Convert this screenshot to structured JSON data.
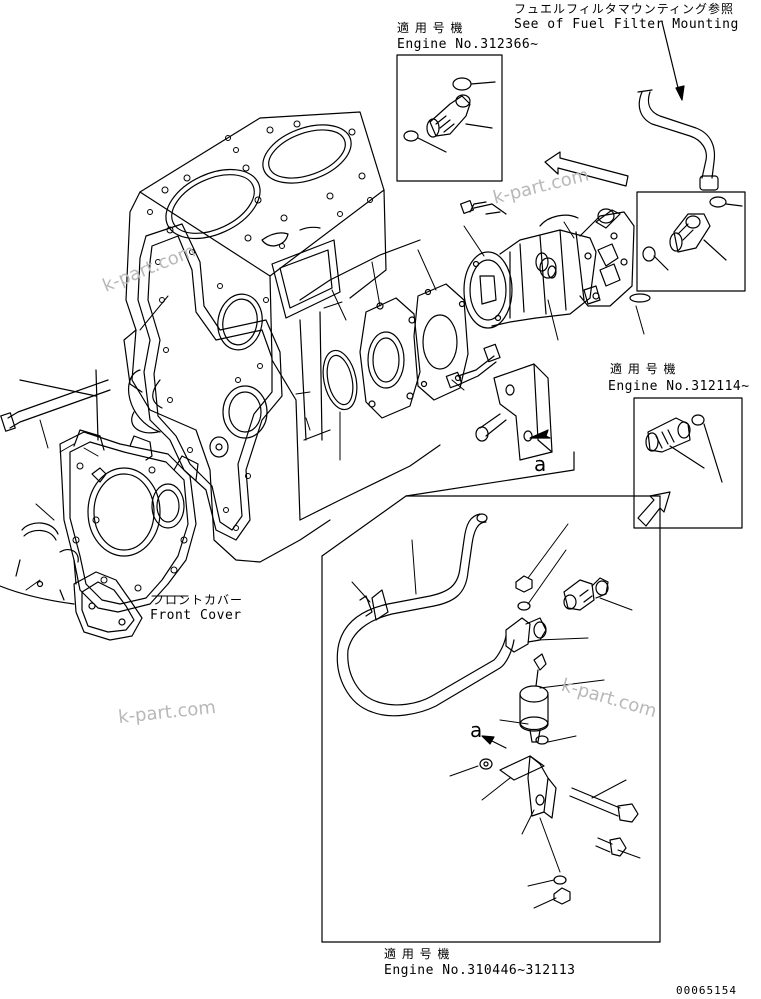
{
  "labels": {
    "fuel_filter_jp": "フュエルフィルタマウンティング参照",
    "fuel_filter_en": "See of Fuel Filter Mounting",
    "inset_top_jp": "適 用 号 機",
    "inset_top_en": "Engine No.312366~",
    "inset_right_jp": "適 用 号 機",
    "inset_right_en": "Engine No.312114~",
    "front_cover_jp": "フロントカバー",
    "front_cover_en": "Front Cover",
    "inset_bottom_jp": "適 用 号 機",
    "inset_bottom_en": "Engine No.310446~312113",
    "ref_a_upper": "a",
    "ref_a_lower": "a",
    "drawing_code": "00065154"
  },
  "watermarks": [
    "k-part.com",
    "k-part.com",
    "k-part.com",
    "k-part.com"
  ],
  "colors": {
    "line": "#000000",
    "watermark": "#b8b8b8",
    "background": "#ffffff"
  }
}
